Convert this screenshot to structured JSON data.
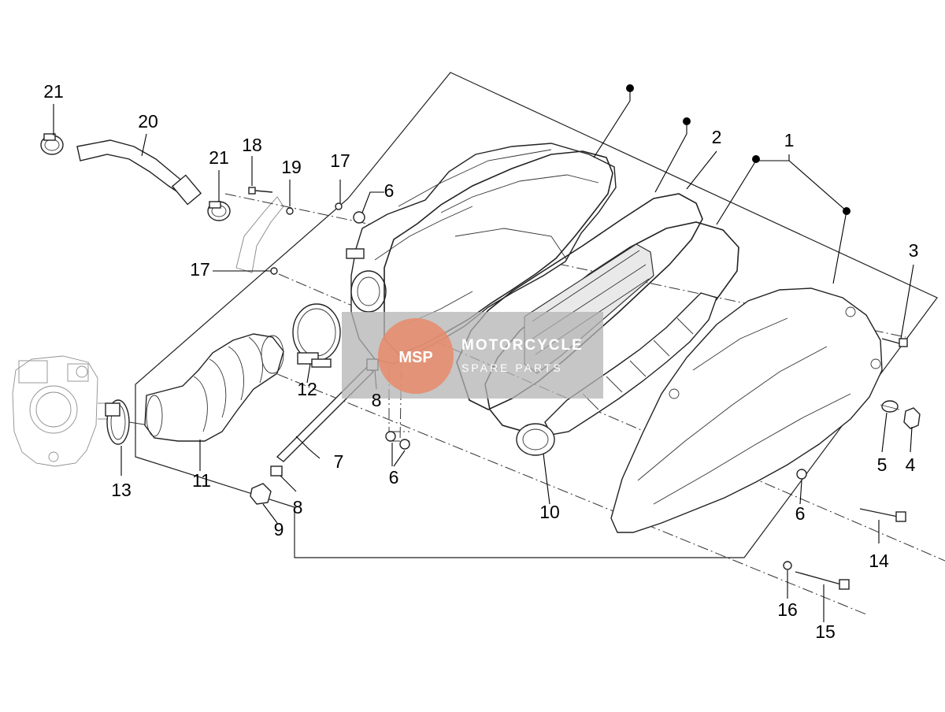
{
  "diagram": {
    "colors": {
      "line": "#222222",
      "watermark_band": "#b3b3b3",
      "watermark_logo": "#e88a6a"
    },
    "watermark": {
      "logo": "MSP",
      "title": "MOTORCYCLE",
      "subtitle": "SPARE PARTS"
    },
    "part_numbers": {
      "p1": "1",
      "p2": "2",
      "p3": "3",
      "p4": "4",
      "p5": "5",
      "p6a": "6",
      "p6b": "6",
      "p6c": "6",
      "p7": "7",
      "p8a": "8",
      "p8b": "8",
      "p9": "9",
      "p10": "10",
      "p11": "11",
      "p12": "12",
      "p13": "13",
      "p14": "14",
      "p15": "15",
      "p16": "16",
      "p17a": "17",
      "p17b": "17",
      "p18": "18",
      "p19": "19",
      "p20": "20",
      "p21a": "21",
      "p21b": "21"
    }
  }
}
